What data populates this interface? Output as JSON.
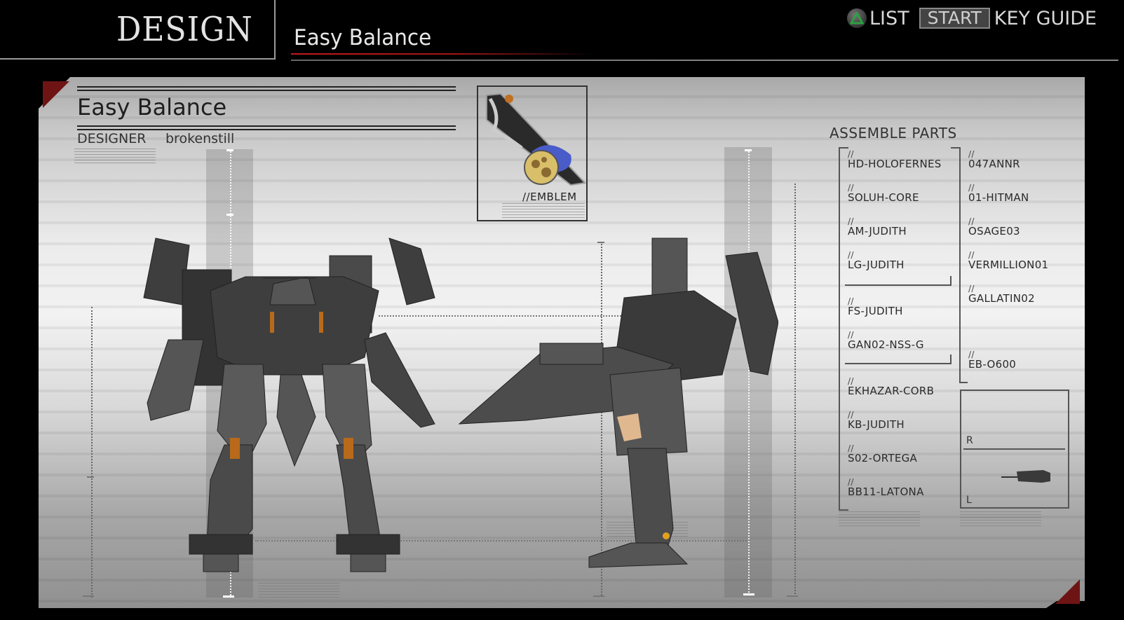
{
  "header": {
    "section": "DESIGN",
    "design_name": "Easy Balance",
    "key_hints": [
      {
        "icon": "triangle-button-icon",
        "label": "LIST"
      },
      {
        "icon": "start-button",
        "button_label": "START",
        "label": "KEY GUIDE"
      }
    ]
  },
  "panel": {
    "title": "Easy Balance",
    "designer_label": "DESIGNER",
    "designer_name": "brokenstill",
    "emblem_label": "//EMBLEM",
    "assemble_title": "ASSEMBLE PARTS",
    "parts_left": [
      {
        "prefix": "//",
        "name": "HD-HOLOFERNES"
      },
      {
        "prefix": "//",
        "name": "SOLUH-CORE"
      },
      {
        "prefix": "//",
        "name": "AM-JUDITH"
      },
      {
        "prefix": "//",
        "name": "LG-JUDITH"
      },
      {
        "prefix": "//",
        "name": "FS-JUDITH"
      },
      {
        "prefix": "//",
        "name": "GAN02-NSS-G"
      },
      {
        "prefix": "//",
        "name": "EKHAZAR-CORB"
      },
      {
        "prefix": "//",
        "name": "KB-JUDITH"
      },
      {
        "prefix": "//",
        "name": "S02-ORTEGA"
      },
      {
        "prefix": "//",
        "name": "BB11-LATONA"
      }
    ],
    "parts_right": [
      {
        "prefix": "//",
        "name": "047ANNR"
      },
      {
        "prefix": "//",
        "name": "01-HITMAN"
      },
      {
        "prefix": "//",
        "name": "OSAGE03"
      },
      {
        "prefix": "//",
        "name": "VERMILLION01"
      },
      {
        "prefix": "//",
        "name": "GALLATIN02"
      },
      {
        "prefix": "//",
        "name": "EB-O600"
      }
    ],
    "hanger": {
      "right_label": "R",
      "left_label": "L"
    },
    "colors": {
      "accent_red": "#6e1414",
      "header_red": "#c41a1a",
      "triangle_green": "#2ea043"
    }
  }
}
